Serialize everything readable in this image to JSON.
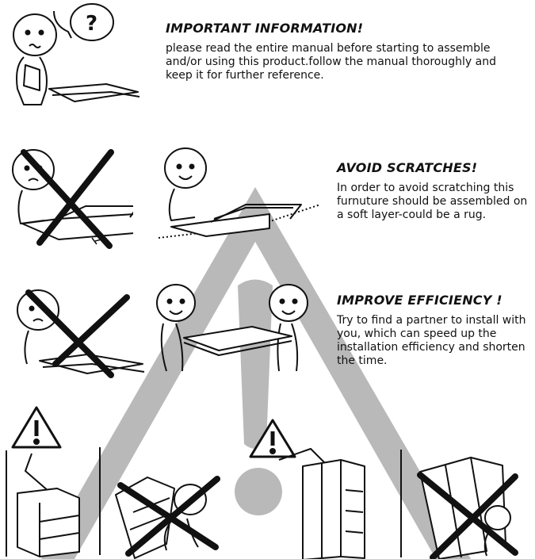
{
  "important": {
    "title": "IMPORTANT INFORMATION!",
    "text": "please read the entire manual before starting to  assemble and/or using this product.follow the manual thoroughly and keep it for further reference."
  },
  "scratches": {
    "title": "AVOID SCRATCHES!",
    "text": "In order to avoid scratching this furnuture should be assembled on a soft layer-could be a rug."
  },
  "efficiency": {
    "title": "IMPROVE EFFICIENCY !",
    "text": "Try to find a partner to install with you, which can speed up the installation efficiency and shorten the time."
  },
  "question_mark": "?",
  "colors": {
    "watermark": "#b9b9b9",
    "ink": "#111111"
  }
}
